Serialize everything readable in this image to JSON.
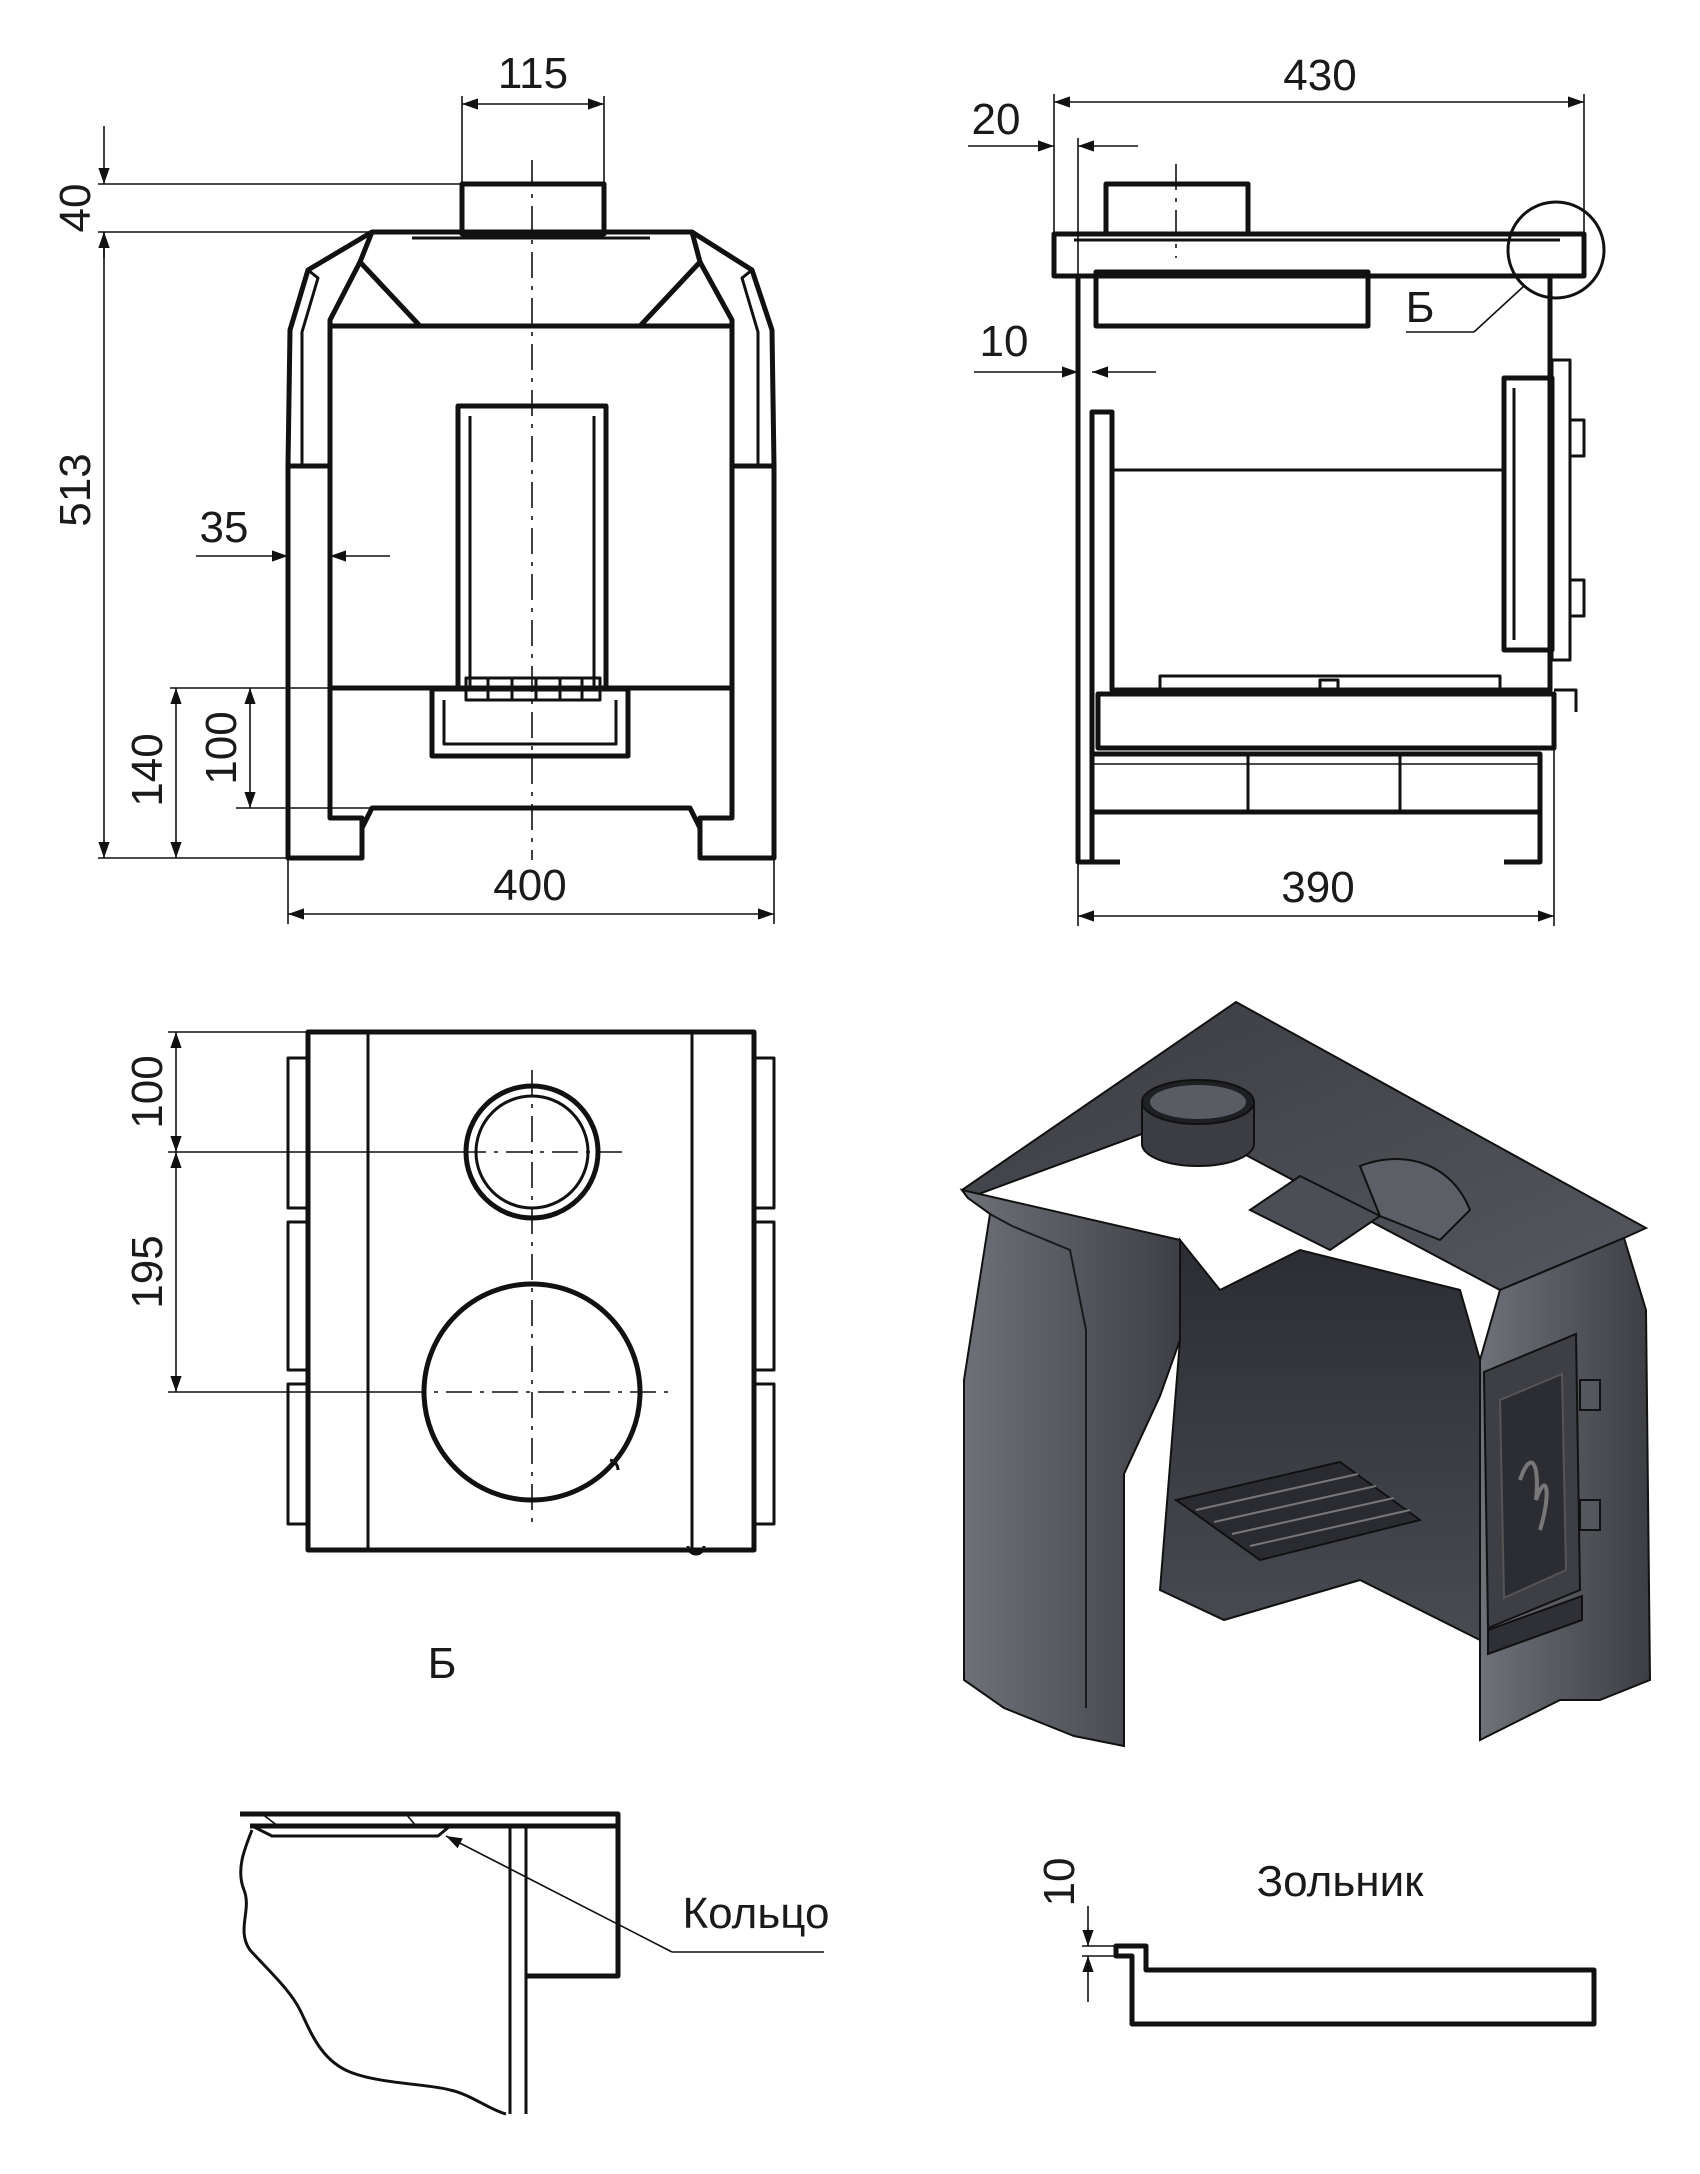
{
  "front_view": {
    "dim_top": "115",
    "dim_flue": "40",
    "dim_height": "513",
    "dim_wall": "35",
    "dim_ash_box": "100",
    "dim_leg": "140",
    "dim_width": "400"
  },
  "side_view": {
    "dim_depth_top": "430",
    "dim_offset": "20",
    "dim_gap": "10",
    "detail_callout": "Б",
    "dim_depth_bottom": "390"
  },
  "top_view": {
    "dim_first": "100",
    "dim_second": "195"
  },
  "detail_b": {
    "title": "Б",
    "ring_label": "Кольцо"
  },
  "ash_pan": {
    "title": "Зольник",
    "dim_lip": "10"
  },
  "colors": {
    "line": "#111111",
    "stove_body": "#4a4d55",
    "stove_dark": "#2f3137",
    "stove_light": "#8a8c92"
  }
}
